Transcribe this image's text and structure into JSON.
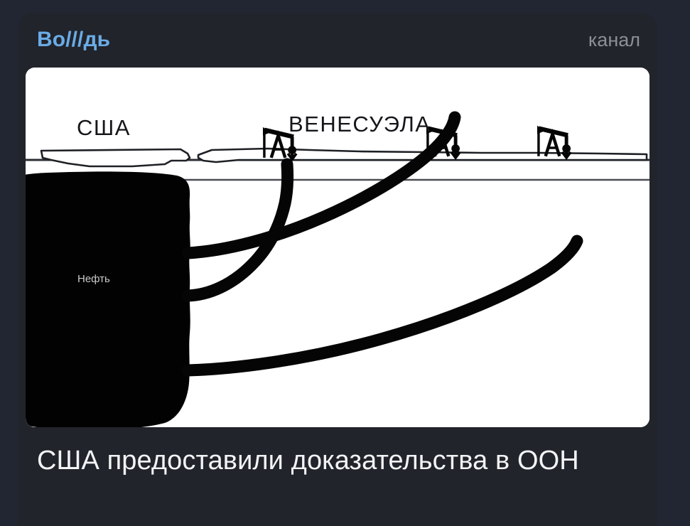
{
  "post": {
    "channel_name": "Во///дь",
    "channel_kind": "канал",
    "caption": "США предоставили доказательства в ООН"
  },
  "colors": {
    "page_background": "#222633",
    "card_background": "#21242b",
    "channel_name": "#6aace6",
    "channel_kind": "#8b8f96",
    "caption_text": "#f2f3f5",
    "image_background": "#ffffff",
    "ink": "#14161a",
    "oil": "#000000",
    "oil_label": "#c9c9c9"
  },
  "image": {
    "alt": "Карикатура: нефтяные качалки Венесуэлы и США, качающие нефть из одного пласта",
    "labels": {
      "usa": "США",
      "venezuela": "ВЕНЕСУЭЛА",
      "oil": "Нефть"
    },
    "elements": {
      "ground_line": "horizontal-surface-line",
      "stratum_line": "horizontal-stratum-line",
      "oil_reservoir": "black-oil-blob",
      "pipes_count": 3,
      "pumpjacks_count": 3
    }
  }
}
